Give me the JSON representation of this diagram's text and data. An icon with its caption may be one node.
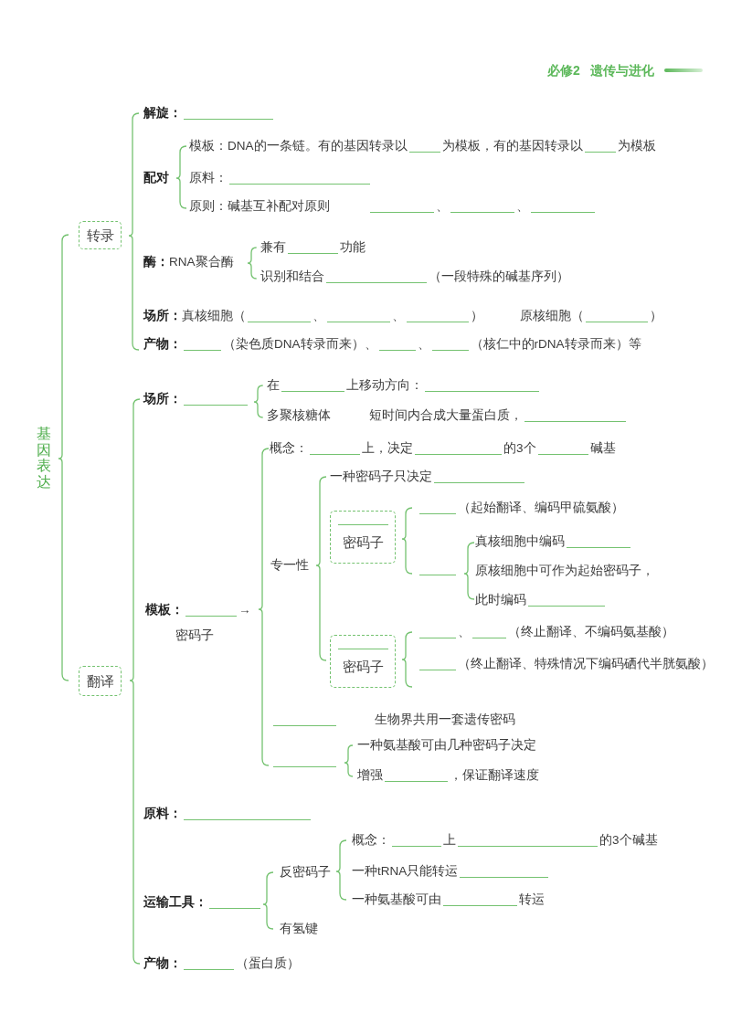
{
  "diagram": {
    "nodes": [
      {
        "text": [
          "转录"
        ]
      },
      {
        "text": [
          "翻译"
        ]
      },
      {
        "text": [
          "密码子"
        ]
      },
      {
        "text": [
          "密码子"
        ]
      }
    ],
    "labels": [
      "必修2",
      "遗传与进化",
      "基因表达",
      "解旋：",
      "配对",
      "模板：DNA的一条链。有的基因转录以",
      "为模板，有的基因转录以",
      "为模板",
      "原料：",
      "原则：碱基互补配对原则",
      "、",
      "、",
      "**酶：**RNA聚合酶",
      "兼有",
      "功能",
      "识别和结合",
      "（一段特殊的碱基序列）",
      "**场所：**真核细胞（",
      "、",
      "、",
      "）",
      "原核细胞（",
      "）",
      "产物：",
      "（染色质DNA转录而来）、",
      "、",
      "（核仁中的rDNA转录而来）等",
      "场所：",
      "在",
      "上移动方向：",
      "多聚核糖体",
      "短时间内合成大量蛋白质，",
      "模板：",
      "→",
      "密码子",
      "概念：",
      "上，决定",
      "的3个",
      "碱基",
      "专一性",
      "一种密码子只决定",
      "（起始翻译、编码甲硫氨酸）",
      "真核细胞中编码",
      "原核细胞中可作为起始密码子，",
      "此时编码",
      "、",
      "（终止翻译、不编码氨基酸）",
      "（终止翻译、特殊情况下编码硒代半胱氨酸）",
      "生物界共用一套遗传密码",
      "一种氨基酸可由几种密码子决定",
      "增强",
      "，保证翻译速度",
      "原料：",
      "运输工具：",
      "反密码子",
      "概念：",
      "上",
      "的3个碱基",
      "一种tRNA只能转运",
      "一种氨基酸可由",
      "转运",
      "有氢键",
      "产物：",
      "（蛋白质）"
    ]
  }
}
